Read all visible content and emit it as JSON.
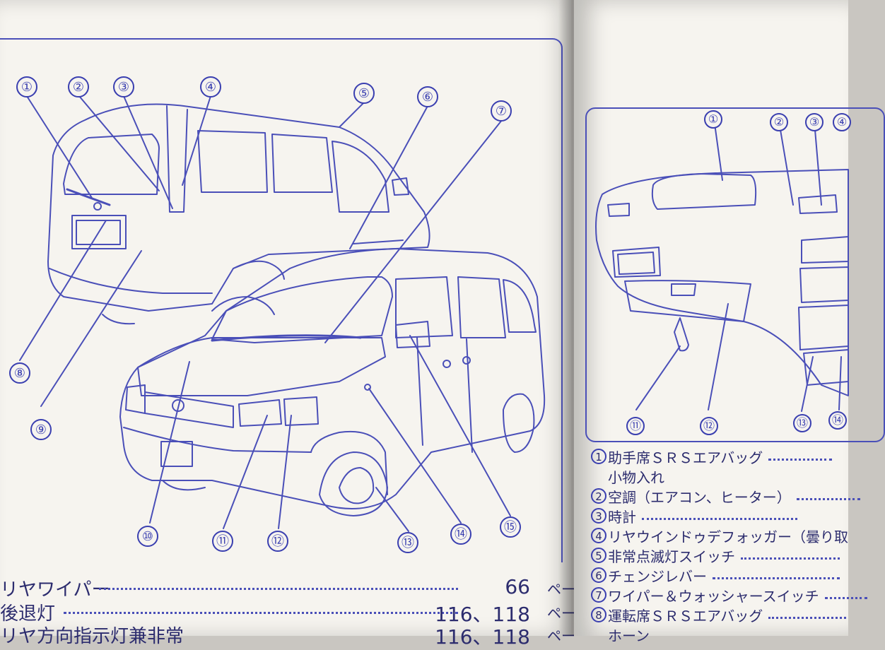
{
  "left_page": {
    "exterior_callouts": [
      "①",
      "②",
      "③",
      "④",
      "⑤",
      "⑥",
      "⑦",
      "⑧",
      "⑨",
      "⑩",
      "⑪",
      "⑫",
      "⑬",
      "⑭",
      "⑮"
    ],
    "index_rows": [
      {
        "label": "リヤワイパー",
        "page": "66",
        "unit": "ペー"
      },
      {
        "label": "後退灯",
        "page": "116、118",
        "unit": "ペー"
      },
      {
        "label": "リヤ方向指示灯兼非常",
        "page": "116、118",
        "unit": "ペー"
      }
    ]
  },
  "right_page": {
    "dash_callouts": [
      "①",
      "②",
      "③",
      "④",
      "⑪",
      "⑫",
      "⑬",
      "⑭"
    ],
    "legend": [
      {
        "num": "1",
        "label": "助手席ＳＲＳエアバッグ",
        "dots": true
      },
      {
        "num": "",
        "label": "小物入れ",
        "dots": false
      },
      {
        "num": "2",
        "label": "空調（エアコン、ヒーター）",
        "dots": true
      },
      {
        "num": "3",
        "label": "時計",
        "dots": true
      },
      {
        "num": "4",
        "label": "リヤウインドゥデフォッガー（曇り取",
        "dots": false
      },
      {
        "num": "5",
        "label": "非常点滅灯スイッチ",
        "dots": true
      },
      {
        "num": "6",
        "label": "チェンジレバー",
        "dots": true
      },
      {
        "num": "7",
        "label": "ワイパー＆ウォッシャースイッチ",
        "dots": true
      },
      {
        "num": "8",
        "label": "運転席ＳＲＳエアバッグ",
        "dots": true
      },
      {
        "num": "",
        "label": "ホーン",
        "dots": false
      }
    ]
  },
  "colors": {
    "ink": "#3a3fb0",
    "paper": "#f6f4ef"
  }
}
